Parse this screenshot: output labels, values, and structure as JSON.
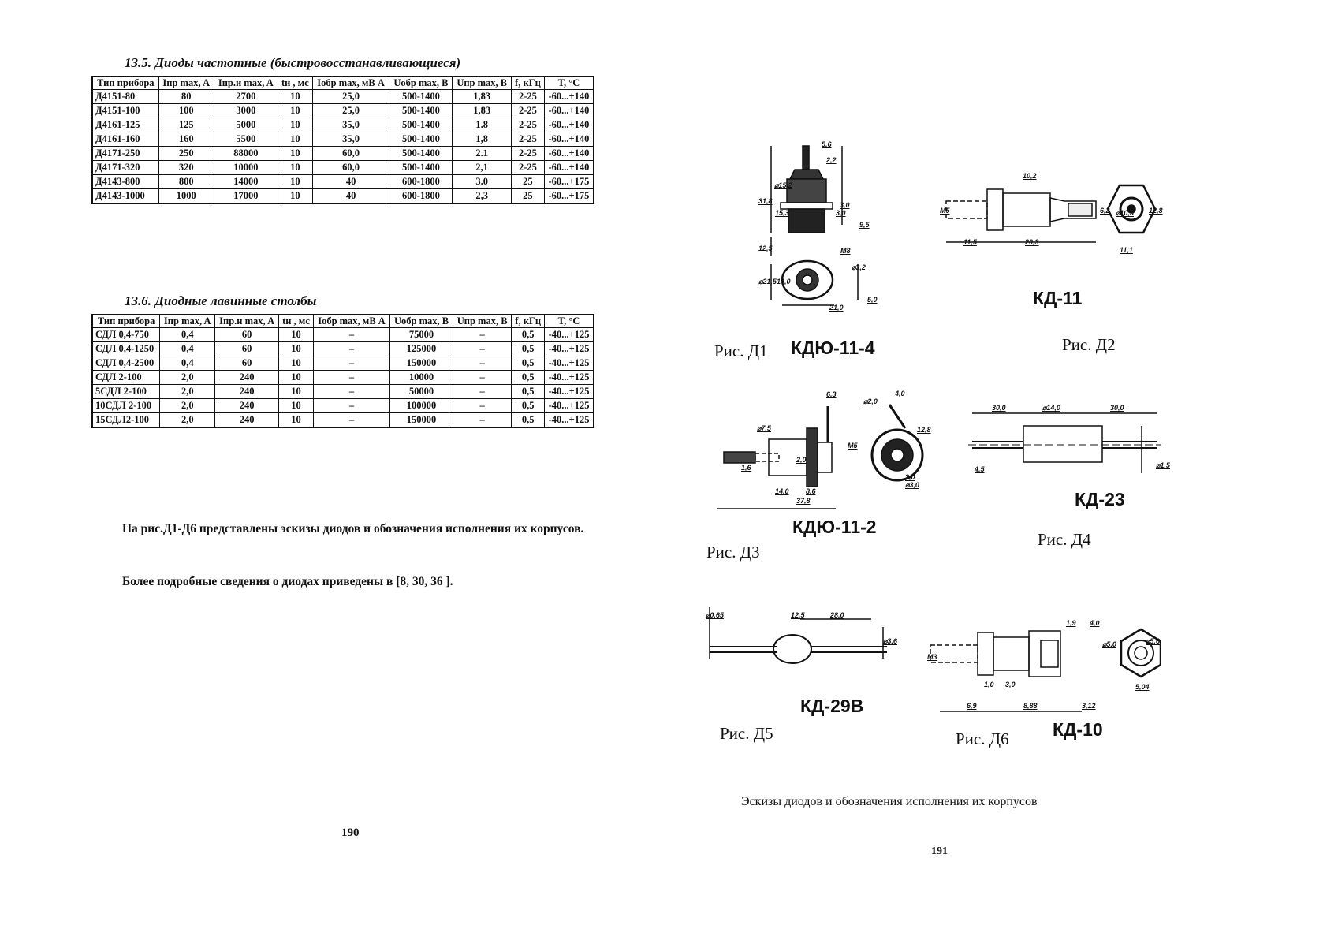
{
  "left_page": {
    "table1": {
      "caption": "13.5. Диоды частотные (быстровосстанавливающиеся)",
      "headers": [
        "Тип прибора",
        "Iпр max, A",
        "Iпр.и max, A",
        "tи , мс",
        "Iобр max, мВ A",
        "Uобр max, В",
        "Uпр max, В",
        "f, кГц",
        "T, °C"
      ],
      "rows": [
        [
          "Д4151-80",
          "80",
          "2700",
          "10",
          "25,0",
          "500-1400",
          "1,83",
          "2-25",
          "-60...+140"
        ],
        [
          "Д4151-100",
          "100",
          "3000",
          "10",
          "25,0",
          "500-1400",
          "1,83",
          "2-25",
          "-60...+140"
        ],
        [
          "Д4161-125",
          "125",
          "5000",
          "10",
          "35,0",
          "500-1400",
          "1.8",
          "2-25",
          "-60...+140"
        ],
        [
          "Д4161-160",
          "160",
          "5500",
          "10",
          "35,0",
          "500-1400",
          "1,8",
          "2-25",
          "-60...+140"
        ],
        [
          "Д4171-250",
          "250",
          "88000",
          "10",
          "60,0",
          "500-1400",
          "2.1",
          "2-25",
          "-60...+140"
        ],
        [
          "Д4171-320",
          "320",
          "10000",
          "10",
          "60,0",
          "500-1400",
          "2,1",
          "2-25",
          "-60...+140"
        ],
        [
          "Д4143-800",
          "800",
          "14000",
          "10",
          "40",
          "600-1800",
          "3.0",
          "25",
          "-60...+175"
        ],
        [
          "Д4143-1000",
          "1000",
          "17000",
          "10",
          "40",
          "600-1800",
          "2,3",
          "25",
          "-60...+175"
        ]
      ]
    },
    "table2": {
      "caption": "13.6. Диодные лавинные столбы",
      "headers": [
        "Тип прибора",
        "Iпр max, A",
        "Iпр.и max, A",
        "tи , мс",
        "Iобр max, мВ A",
        "Uобр max, В",
        "Uпр max, В",
        "f, кГц",
        "T, °C"
      ],
      "rows": [
        [
          "СДЛ 0,4-750",
          "0,4",
          "60",
          "10",
          "–",
          "75000",
          "–",
          "0,5",
          "-40...+125"
        ],
        [
          "СДЛ 0,4-1250",
          "0,4",
          "60",
          "10",
          "–",
          "125000",
          "–",
          "0,5",
          "-40...+125"
        ],
        [
          "СДЛ 0,4-2500",
          "0,4",
          "60",
          "10",
          "–",
          "150000",
          "–",
          "0,5",
          "-40...+125"
        ],
        [
          "СДЛ 2-100",
          "2,0",
          "240",
          "10",
          "–",
          "10000",
          "–",
          "0,5",
          "-40...+125"
        ],
        [
          "5СДЛ 2-100",
          "2,0",
          "240",
          "10",
          "–",
          "50000",
          "–",
          "0,5",
          "-40...+125"
        ],
        [
          "10СДЛ 2-100",
          "2,0",
          "240",
          "10",
          "–",
          "100000",
          "–",
          "0,5",
          "-40...+125"
        ],
        [
          "15СДЛ2-100",
          "2,0",
          "240",
          "10",
          "–",
          "150000",
          "–",
          "0,5",
          "-40...+125"
        ]
      ]
    },
    "paragraph1": "На рис.Д1-Д6 представлены эскизы диодов и обозначения исполнения их корпусов.",
    "paragraph2": "Более подробные сведения о диодах приведены в [8, 30, 36 ].",
    "page_number": "190"
  },
  "right_page": {
    "figures": [
      {
        "fig": "Рис. Д1",
        "case": "КДЮ-11-4"
      },
      {
        "fig": "Рис. Д2",
        "case": "КД-11"
      },
      {
        "fig": "Рис. Д3",
        "case": "КДЮ-11-2"
      },
      {
        "fig": "Рис. Д4",
        "case": "КД-23"
      },
      {
        "fig": "Рис. Д5",
        "case": "КД-29В"
      },
      {
        "fig": "Рис. Д6",
        "case": "КД-10"
      }
    ],
    "dims": {
      "d1": [
        "5,6",
        "2,2",
        "⌀15,2",
        "31,8",
        "15,3",
        "3,0",
        "3,0",
        "9,5",
        "12,5",
        "M8",
        "⌀21,5",
        "14,0",
        "⌀3,2",
        "21,0",
        "5,0"
      ],
      "d2": [
        "10,2",
        "M5",
        "6,2",
        "⌀10,5",
        "12,8",
        "11,5",
        "20,3",
        "11,1"
      ],
      "d3": [
        "6,3",
        "⌀2,0",
        "4,0",
        "⌀7,5",
        "1,6",
        "2,0",
        "M5",
        "12,8",
        "2,0",
        "14,0",
        "8,6",
        "37,8",
        "⌀3,0"
      ],
      "d4": [
        "30,0",
        "⌀14,0",
        "30,0",
        "4,5",
        "⌀1,5"
      ],
      "d5": [
        "⌀0,65",
        "12,5",
        "28,0",
        "⌀3,6"
      ],
      "d6": [
        "M3",
        "1,9",
        "4,0",
        "⌀5,0",
        "⌀5,6",
        "1,0",
        "3,0",
        "5,04",
        "6,9",
        "8,88",
        "3,12"
      ]
    },
    "caption": "Эскизы диодов и обозначения исполнения их корпусов",
    "page_number": "191"
  }
}
